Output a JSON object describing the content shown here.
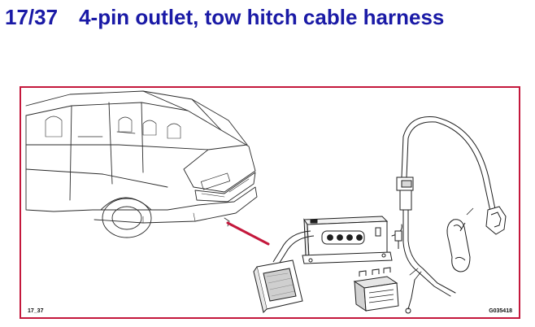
{
  "title": {
    "number": "17/37",
    "text": "4-pin outlet, tow hitch cable harness"
  },
  "figure": {
    "label_left": "17_37",
    "label_right": "G035418",
    "elements": [
      "car-rear-view",
      "pointer-arrow",
      "four-pin-outlet",
      "outlet-connector-pad",
      "harness-cable",
      "harness-connector",
      "rubber-grommet",
      "wire-plug",
      "connector-block"
    ]
  },
  "colors": {
    "title": "#1a1aa6",
    "frame": "#c4183c",
    "arrow": "#c4183c",
    "line": "#1f1f1f"
  }
}
